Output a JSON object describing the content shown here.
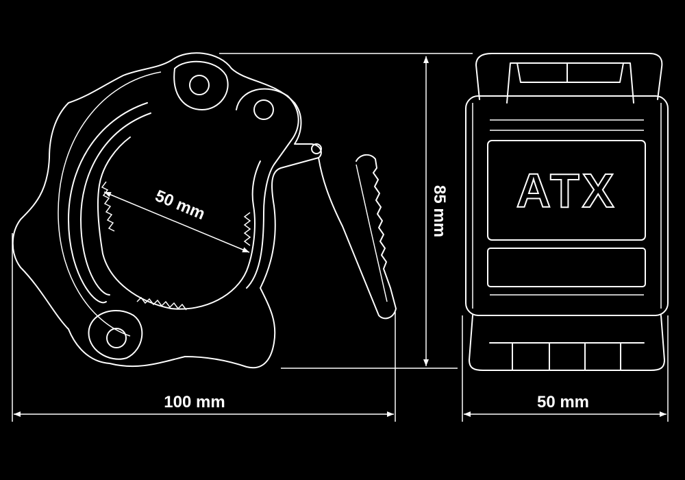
{
  "colors": {
    "background": "#000000",
    "line": "#ffffff"
  },
  "dimensions": {
    "inner_diameter": "50 mm",
    "width": "100 mm",
    "height": "85 mm",
    "depth": "50 mm"
  },
  "logo": {
    "text": "ATX"
  }
}
